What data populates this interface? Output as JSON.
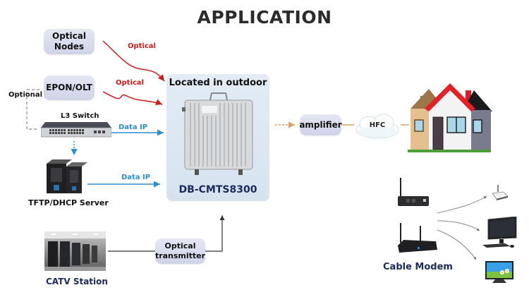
{
  "title": "APPLICATION",
  "sources": {
    "optical_nodes": "Optical\nNodes",
    "epon_olt": "EPON/OLT",
    "optional": "Optional",
    "l3_switch": "L3 Switch",
    "tftp_server": "TFTP/DHCP Server",
    "catv_station": "CATV Station",
    "optical_transmitter": "Optical\ntransmitter"
  },
  "links": {
    "optical_1": "Optical",
    "optical_2": "Optical",
    "data_ip_1": "Data IP",
    "data_ip_2": "Data IP"
  },
  "cmts": {
    "heading": "Located in outdoor",
    "model": "DB-CMTS8300"
  },
  "distribution": {
    "amplifier": "amplifier",
    "hfc": "HFC"
  },
  "customer": {
    "cable_modem": "Cable Modem"
  },
  "colors": {
    "optical_link": "#d01a1a",
    "data_link": "#2a8fc9",
    "hfc_link": "#e39a5b",
    "box_fill": "#d6d9ec",
    "model_text": "#1b2a5a"
  }
}
